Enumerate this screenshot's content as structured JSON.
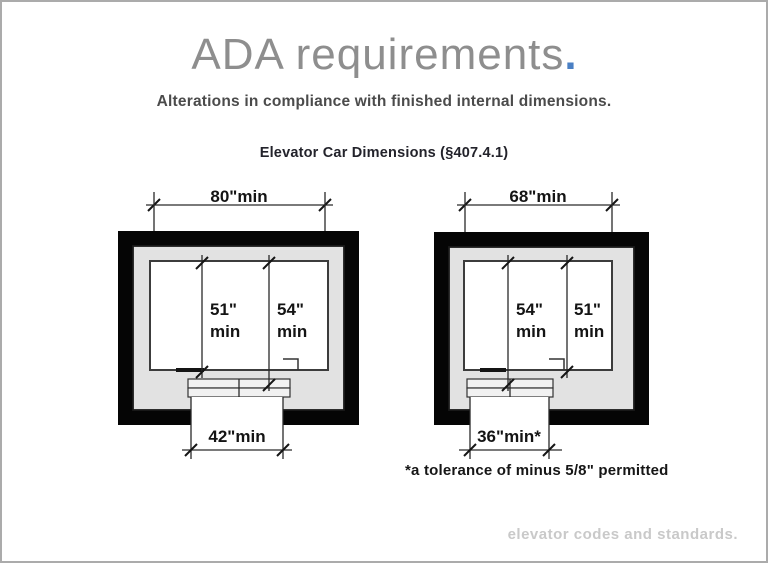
{
  "page": {
    "title": "ADA requirements",
    "title_period": ".",
    "subtitle": "Alterations in compliance with finished internal dimensions.",
    "footer": "elevator codes and standards.",
    "colors": {
      "accent_blue": "#4a80c4",
      "title_gray": "#8e8e8e",
      "footer_gray": "#c9c9c9",
      "wall_black": "#050505",
      "shell_gray": "#e2e2e2"
    }
  },
  "figure": {
    "heading": "Elevator Car Dimensions (§407.4.1)",
    "footnote": "*a tolerance of minus 5/8\" permitted",
    "left_car": {
      "width": "80\"min",
      "depth_a": "51\"",
      "depth_a_min": "min",
      "depth_b": "54\"",
      "depth_b_min": "min",
      "door": "42\"min"
    },
    "right_car": {
      "width": "68\"min",
      "depth_a": "54\"",
      "depth_a_min": "min",
      "depth_b": "51\"",
      "depth_b_min": "min",
      "door": "36\"min*"
    }
  }
}
